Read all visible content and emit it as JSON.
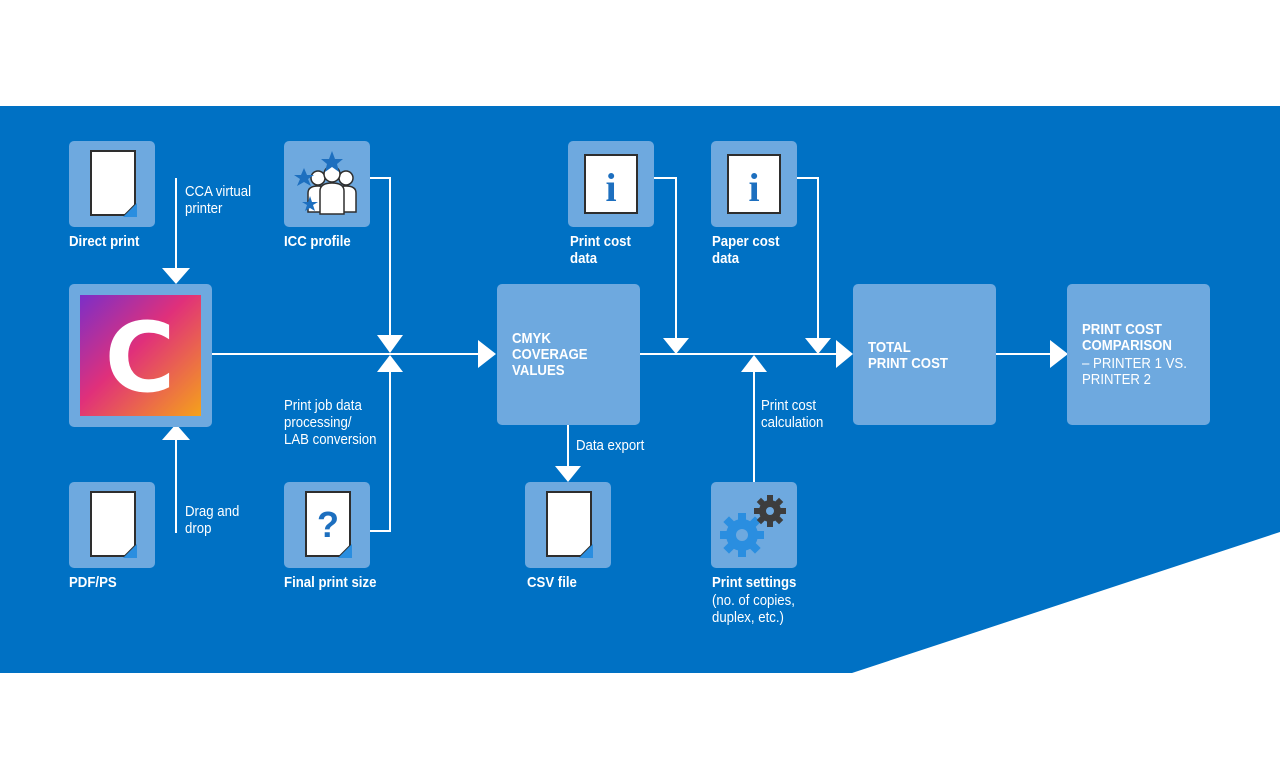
{
  "colors": {
    "panel": "#0071c4",
    "tile": "#6ea9df",
    "line": "#ffffff",
    "icon_blue": "#2a8ee0",
    "gear_dark": "#3d3d3d"
  },
  "sources": {
    "direct_print": "Direct print",
    "cca_virtual_printer": "CCA virtual\nprinter",
    "pdf_ps": "PDF/PS",
    "drag_and_drop": "Drag and\ndrop",
    "app_logo_letter": "C"
  },
  "inputs": {
    "icc_profile": "ICC profile",
    "final_print_size": "Final print size",
    "processing_note": "Print job data\nprocessing/\nLAB conversion"
  },
  "cmyk": {
    "title": "CMYK\nCOVERAGE\nVALUES",
    "data_export": "Data export",
    "csv_file": "CSV file"
  },
  "cost_data": {
    "print_cost_data": "Print cost\ndata",
    "paper_cost_data": "Paper cost\ndata",
    "info_glyph": "i",
    "calc_note": "Print cost\ncalculation",
    "print_settings": "Print settings",
    "print_settings_detail": "(no. of copies,\nduplex, etc.)",
    "question_glyph": "?"
  },
  "results": {
    "total_print_cost": "TOTAL\nPRINT COST",
    "comparison_title": "PRINT COST\nCOMPARISON",
    "comparison_detail": "– PRINTER 1 VS.\nPRINTER 2"
  }
}
